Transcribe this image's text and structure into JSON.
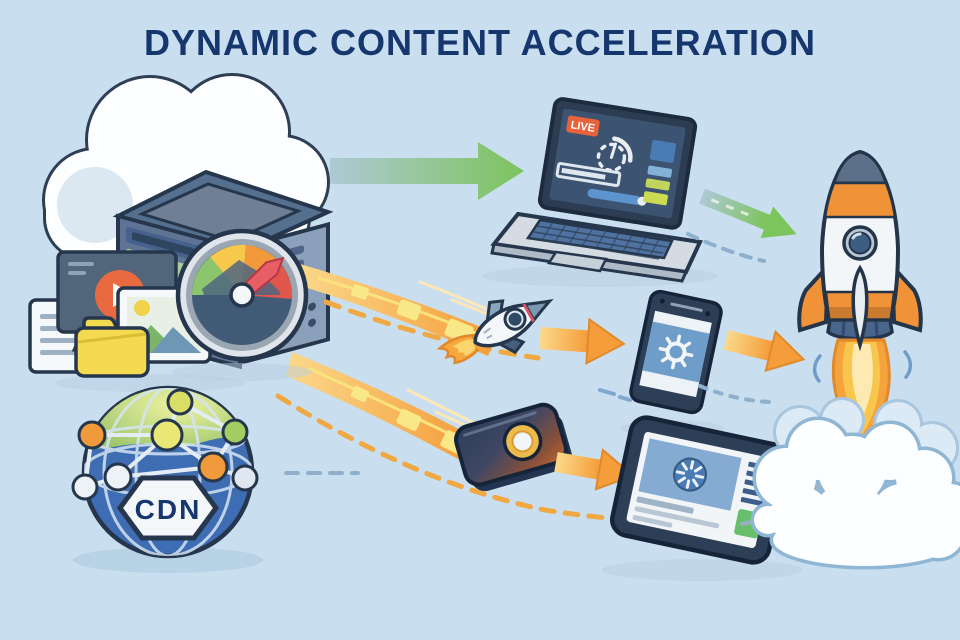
{
  "title": "DYNAMIC CONTENT ACCELERATION",
  "badges": {
    "live": "LIVE",
    "cdn": "CDN"
  },
  "palette": {
    "background": "#c9dff0",
    "titleNavy": "#16366e",
    "outlineNavy": "#26364c",
    "accentOrange": "#f49d3a",
    "accentOrangeDeep": "#e08a2c",
    "packetYellow": "#f9e887",
    "accentGreen": "#7cc45c",
    "liveRed": "#e8623c",
    "globeBlue": "#3f6db4",
    "folderYellow": "#f3da4e",
    "deviceNavy": "#2d3e57",
    "screenBlue": "#6f9dc9",
    "gaugeGreen": "#8cc56e",
    "gaugeYellow": "#f6c84b",
    "gaugeOrange": "#f1993b",
    "gaugeRed": "#e2574b",
    "needleRed": "#e95d67",
    "cloudWhite": "#fdfeff",
    "smokeOutline": "#8fb6d4",
    "dashBlue": "#8fb0cc",
    "rocketOrange": "#ef9238",
    "playOrange": "#e96a41",
    "tabletGreen": "#68bf6b"
  },
  "icons": [
    "cloud-icon",
    "origin-server-icon",
    "speed-gauge-icon",
    "video-player-icon",
    "image-thumbnail-icon",
    "document-icon",
    "folder-icon",
    "cdn-globe-icon",
    "cdn-badge",
    "laptop-icon",
    "live-badge",
    "loading-spinner-icon",
    "progress-bar",
    "smartphone-icon",
    "gear-icon",
    "tablet-icon",
    "media-device-icon",
    "rocket-small-icon",
    "rocket-launch-icon",
    "packet-trail",
    "green-arrow",
    "green-dashed-arrow",
    "orange-arrow",
    "orange-dashed-trail",
    "smoke-clouds"
  ]
}
